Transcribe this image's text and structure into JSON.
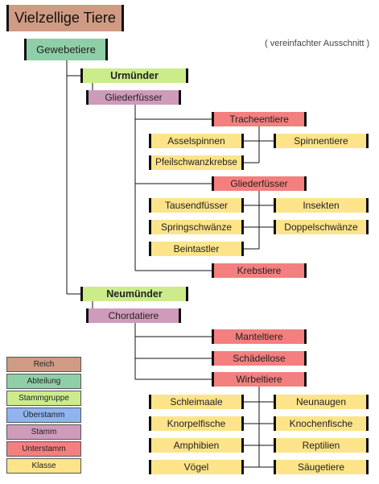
{
  "title": "Vielzellige Tiere",
  "note": "( vereinfachter Ausschnitt )",
  "colors": {
    "Reich": "#cf9b82",
    "Abteilung": "#8fcfa7",
    "Stammgruppe": "#ccec8c",
    "Überstamm": "#8fb4f0",
    "Stamm": "#cf9bbb",
    "Unterstamm": "#f47f7f",
    "Klasse": "#fde48a"
  },
  "nodes": {
    "gewebetiere": "Gewebetiere",
    "urmuender": "Urmünder",
    "gliederfuesser_stamm": "Gliederfüsser",
    "tracheentiere": "Tracheentiere",
    "asselspinnen": "Asselspinnen",
    "spinnentiere": "Spinnentiere",
    "pfeilschwanzkrebse": "Pfeilschwanzkrebse",
    "gliederfuesser_unterstamm": "Gliederfüsser",
    "tausendfuesser": "Tausendfüsser",
    "insekten": "Insekten",
    "springschwaenze": "Springschwänze",
    "doppelschwaenze": "Doppelschwänze",
    "beintastler": "Beintastler",
    "krebstiere": "Krebstiere",
    "neumuender": "Neumünder",
    "chordatiere": "Chordatiere",
    "manteltiere": "Manteltiere",
    "schaedellose": "Schädellose",
    "wirbeltiere": "Wirbeltiere",
    "schleimaale": "Schleimaale",
    "neunaugen": "Neunaugen",
    "knorpelfische": "Knorpelfische",
    "knochenfische": "Knochenfische",
    "amphibien": "Amphibien",
    "reptilien": "Reptilien",
    "voegel": "Vögel",
    "saeugetiere": "Säugetiere"
  },
  "legend": [
    "Reich",
    "Abteilung",
    "Stammgruppe",
    "Überstamm",
    "Stamm",
    "Unterstamm",
    "Klasse"
  ]
}
